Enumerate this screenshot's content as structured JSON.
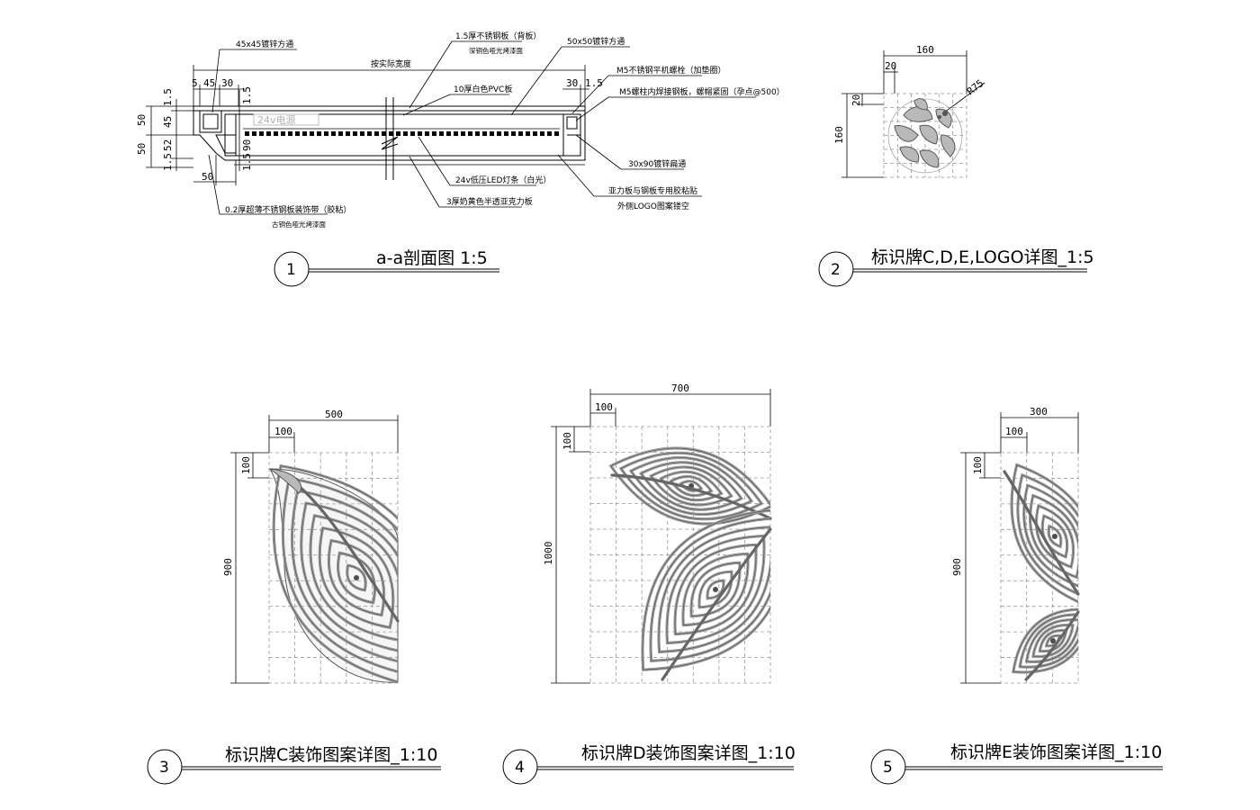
{
  "section": {
    "title": "a-a剖面图   1:5",
    "number": "1",
    "dims": {
      "d5": "5",
      "d45": "45",
      "d30": "30",
      "d30r": "30",
      "d15r": "1.5",
      "d15a": "1.5",
      "d15b": "1.5",
      "d15c": "1.5",
      "d50a": "50",
      "d50b": "50",
      "d45v": "45",
      "d52": "52",
      "d90": "90",
      "d50bottom": "50"
    },
    "labels": {
      "tube45": "45x45镀锌方通",
      "width": "按实际宽度",
      "steel": "1.5厚不锈钢板（背板）",
      "steel_finish": "深铜色哑光烤漆面",
      "tube50": "50x50镀锌方通",
      "pvc": "10厚白色PVC板",
      "power": "24v电源",
      "bolt1": "M5不锈钢平机螺栓（加垫圈）",
      "bolt2": "M5螺柱内焊接钢板，螺帽紧固（孕点@500）",
      "flat": "30x90镀锌扁通",
      "led": "24v低压LED灯条（白光）",
      "acrylic": "3厚奶黄色半透亚克力板",
      "glue": "亚力板与钢板专用胶粘贴",
      "logo": "外侧LOGO图案镂空",
      "trim": "0.2厚超薄不锈钢板装饰带（胶粘）",
      "trim_finish": "古铜色哑光烤漆面"
    }
  },
  "logo_detail": {
    "title": "标识牌C,D,E,LOGO详图_1:5",
    "number": "2",
    "dims": {
      "w": "160",
      "h": "160",
      "d20a": "20",
      "d20b": "20",
      "r": "R75"
    }
  },
  "panel_c": {
    "title": "标识牌C装饰图案详图_1:10",
    "number": "3",
    "dims": {
      "w": "500",
      "grid": "100",
      "gridv": "100",
      "h": "900"
    }
  },
  "panel_d": {
    "title": "标识牌D装饰图案详图_1:10",
    "number": "4",
    "dims": {
      "w": "700",
      "grid": "100",
      "gridv": "100",
      "h": "1000"
    }
  },
  "panel_e": {
    "title": "标识牌E装饰图案详图_1:10",
    "number": "5",
    "dims": {
      "w": "300",
      "grid": "100",
      "gridv": "100",
      "h": "900"
    }
  }
}
